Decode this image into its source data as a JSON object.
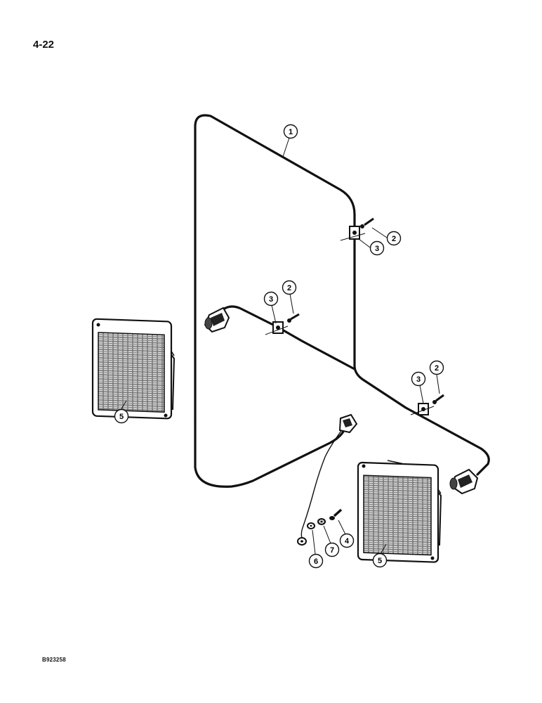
{
  "page_number": "4-22",
  "figure_code": "B923258",
  "callouts": {
    "c1": "1",
    "c2a": "2",
    "c3a": "3",
    "c2b": "2",
    "c3b": "3",
    "c2c": "2",
    "c3c": "3",
    "c4": "4",
    "c5a": "5",
    "c5b": "5",
    "c6": "6",
    "c7": "7"
  }
}
